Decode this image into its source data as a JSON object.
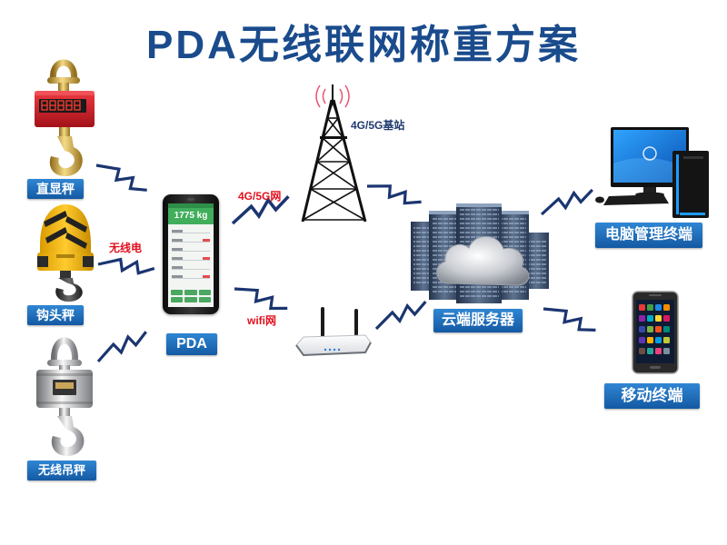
{
  "title": "PDA无线联网称重方案",
  "devices": {
    "direct_scale": {
      "label": "直显秤",
      "icon": "direct-display-crane-scale-icon"
    },
    "hook_scale": {
      "label": "钩头秤",
      "icon": "hook-scale-icon"
    },
    "wireless_scale": {
      "label": "无线吊秤",
      "icon": "wireless-crane-scale-icon"
    },
    "pda": {
      "label": "PDA",
      "icon": "pda-handheld-icon",
      "screen_weight": "1775 kg"
    },
    "base_station": {
      "label": "4G/5G基站",
      "icon": "cell-tower-icon"
    },
    "router": {
      "icon": "wifi-router-icon"
    },
    "cloud_server": {
      "label": "云端服务器",
      "icon": "cloud-server-icon"
    },
    "pc_terminal": {
      "label": "电脑管理终端",
      "icon": "desktop-computer-icon"
    },
    "mobile_terminal": {
      "label": "移动终端",
      "icon": "smartphone-icon"
    }
  },
  "links": {
    "scale_to_pda": "无线电",
    "pda_to_cellular": "4G/5G网",
    "pda_to_wifi": "wifi网"
  },
  "signal_icon": "wireless-signal-icon",
  "colors": {
    "title": "#1a4b8c",
    "label_background": "#1f6db3",
    "label_text": "#ffffff",
    "link_annotation": "#e3101e",
    "station_annotation": "#1f3a6e",
    "signal": "#1b3570",
    "pda_screen_header": "#41ae5c"
  }
}
